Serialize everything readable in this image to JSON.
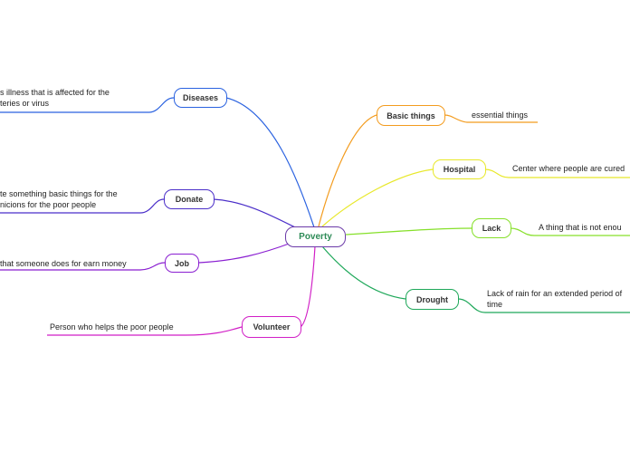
{
  "central": {
    "label": "Poverty",
    "color": "#6b3aa8"
  },
  "branches": {
    "diseases": {
      "label": "Diseases",
      "color": "#2a62e0",
      "desc_line1": "s illness that is affected for the",
      "desc_line2": "teries or virus"
    },
    "donate": {
      "label": "Donate",
      "color": "#4b2fc9",
      "desc_line1": "te something basic things for the",
      "desc_line2": "nicions for the poor people"
    },
    "job": {
      "label": "Job",
      "color": "#8a1fd1",
      "desc_line1": "that someone does for earn money"
    },
    "volunteer": {
      "label": "Volunteer",
      "color": "#d11fc6",
      "desc_line1": "Person who helps the poor people"
    },
    "basic": {
      "label": "Basic things",
      "color": "#f39c1f",
      "desc_line1": "essential things"
    },
    "hospital": {
      "label": "Hospital",
      "color": "#e8e82a",
      "desc_line1": "Center where people are cured"
    },
    "lack": {
      "label": "Lack",
      "color": "#86e02a",
      "desc_line1": "A thing that is not enou"
    },
    "drought": {
      "label": "Drought",
      "color": "#1fa85a",
      "desc_line1": "Lack of rain for an extended period of",
      "desc_line2": "time"
    }
  }
}
